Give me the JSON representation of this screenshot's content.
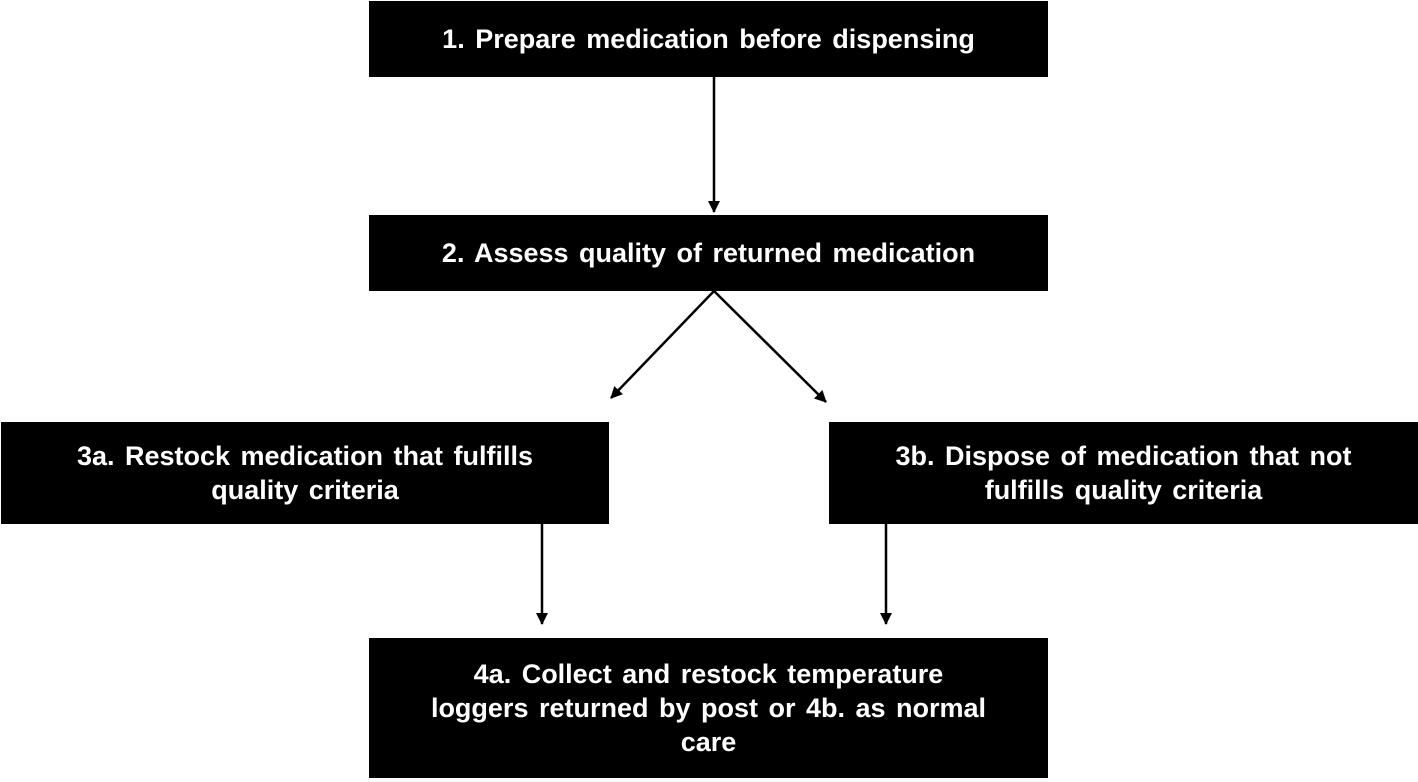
{
  "diagram": {
    "nodes": [
      {
        "id": "n1",
        "label": "1. Prepare medication  before dispensing"
      },
      {
        "id": "n2",
        "label": "2. Assess  quality  of returned medication"
      },
      {
        "id": "n3a",
        "label": "3a. Restock medication  that fulfills\nquality  criteria"
      },
      {
        "id": "n3b",
        "label": "3b. Dispose of medication  that not\nfulfills  quality  criteria"
      },
      {
        "id": "n4",
        "label": "4a. Collect  and restock temperature\nloggers returned by post or 4b. as normal\ncare"
      }
    ],
    "edges": [
      {
        "from": "n1",
        "to": "n2"
      },
      {
        "from": "n2",
        "to": "n3a"
      },
      {
        "from": "n2",
        "to": "n3b"
      },
      {
        "from": "n3a",
        "to": "n4"
      },
      {
        "from": "n3b",
        "to": "n4"
      }
    ],
    "colors": {
      "node_fill": "#000000",
      "node_text": "#ffffff",
      "edge": "#000000",
      "background": "#ffffff"
    }
  }
}
